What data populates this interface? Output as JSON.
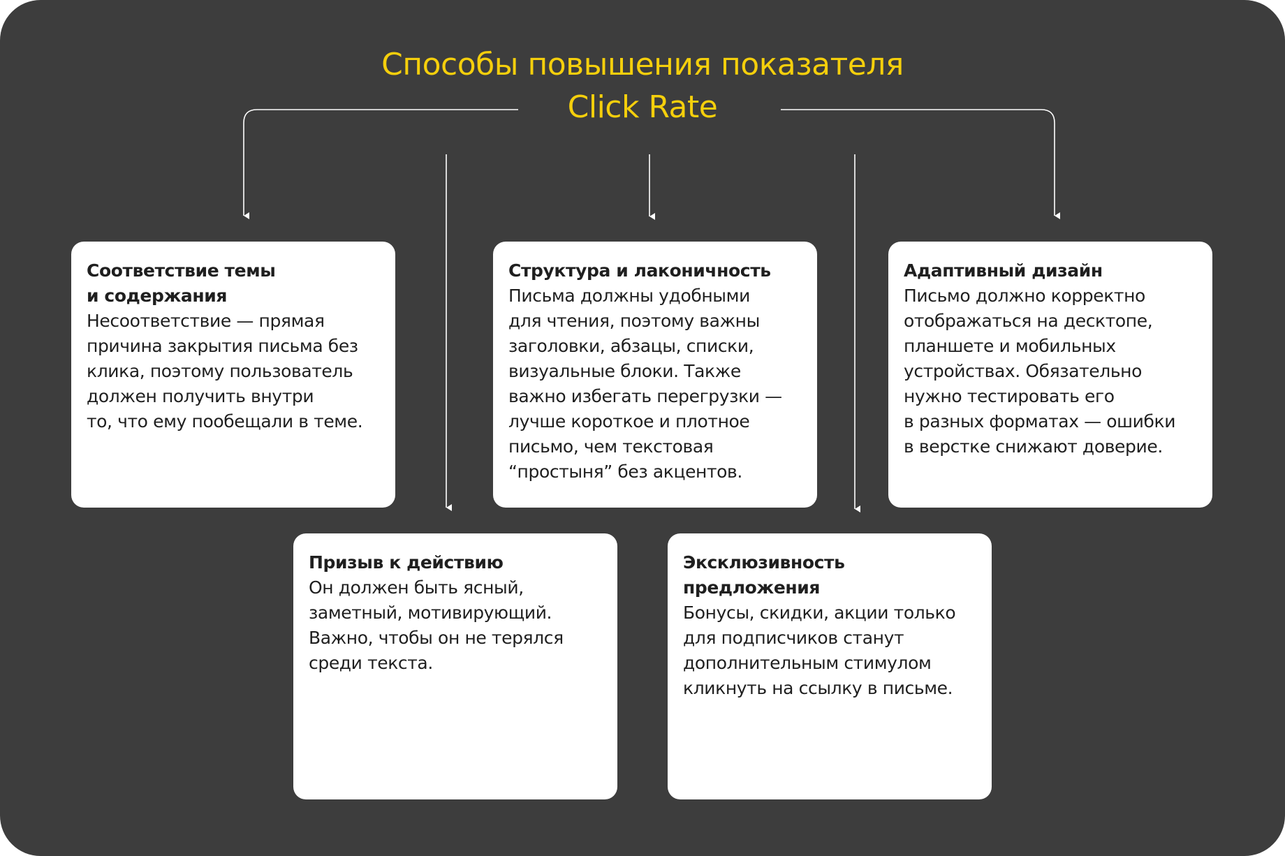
{
  "title": {
    "line1": "Способы повышения показателя",
    "line2": "Click Rate"
  },
  "colors": {
    "background": "#3d3d3d",
    "accent": "#f5cf0c",
    "card": "#ffffff",
    "text": "#1f1f1f",
    "connector": "#ffffff"
  },
  "cards": [
    {
      "heading": "Соответствие темы\nи содержания",
      "body": "Несоответствие — прямая\nпричина закрытия письма без\nклика, поэтому пользователь\nдолжен получить внутри\nто, что ему пообещали в теме."
    },
    {
      "heading": "Структура и лаконичность",
      "body": "Письма должны удобными\nдля чтения, поэтому важны\nзаголовки, абзацы, списки,\nвизуальные блоки. Также\nважно избегать перегрузки —\nлучше короткое и плотное\nписьмо, чем текстовая\n“простыня” без акцентов."
    },
    {
      "heading": "Адаптивный дизайн",
      "body": "Письмо должно корректно\nотображаться на десктопе,\nпланшете и мобильных\nустройствах. Обязательно\nнужно тестировать его\nв разных форматах — ошибки\nв верстке снижают доверие."
    },
    {
      "heading": "Призыв к действию",
      "body": "Он должен быть ясный,\nзаметный, мотивирующий.\nВажно, чтобы он не терялся\nсреди текста."
    },
    {
      "heading": "Эксклюзивность\nпредложения",
      "body": "Бонусы, скидки, акции только\nдля подписчиков станут\nдополнительным стимулом\nкликнуть на ссылку в письме."
    }
  ]
}
